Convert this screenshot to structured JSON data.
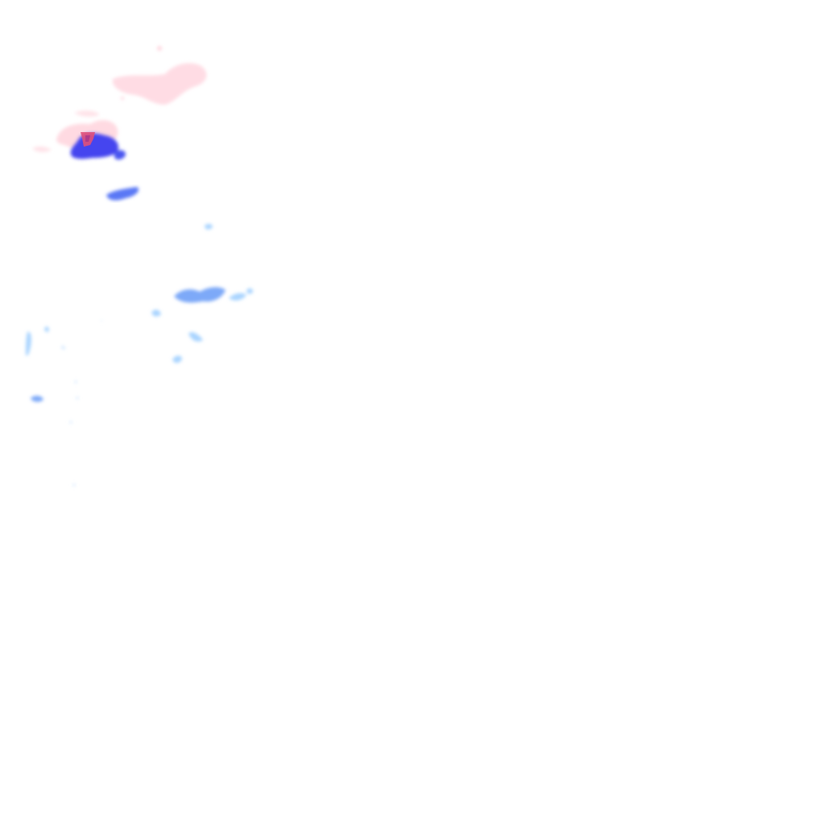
{
  "map": {
    "type": "radar-overlay-tile",
    "background": "#ffffff",
    "palette": {
      "mix_light": "#ffd6df",
      "mix_mid": "#f7a9bd",
      "mix_heavy": "#e0507a",
      "rain_light": "#a9d4ff",
      "rain_mid": "#6a98ff",
      "rain_heavy": "#3d3df0"
    },
    "precipitation_zones": [
      {
        "name": "mixed-band-north",
        "category": "mix_light"
      },
      {
        "name": "mixed-band-northwest",
        "category": "mix_mid"
      },
      {
        "name": "mixed-core",
        "category": "mix_heavy"
      },
      {
        "name": "rain-core",
        "category": "rain_heavy"
      },
      {
        "name": "rain-band-south",
        "category": "rain_mid"
      },
      {
        "name": "rain-band-central",
        "category": "rain_light"
      },
      {
        "name": "rain-scatter-west",
        "category": "rain_light"
      }
    ]
  }
}
